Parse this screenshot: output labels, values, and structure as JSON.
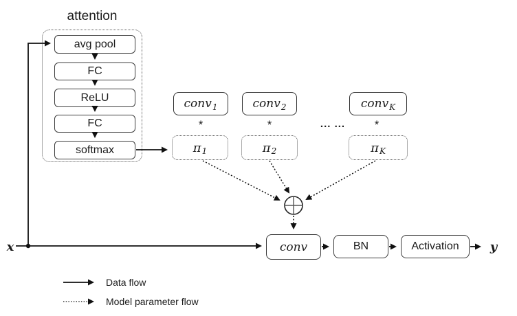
{
  "colors": {
    "ink": "#1a1a1a",
    "background": "#ffffff"
  },
  "attention": {
    "title": "attention",
    "layers": [
      "avg pool",
      "FC",
      "ReLU",
      "FC",
      "softmax"
    ]
  },
  "experts": {
    "multiply_symbol": "*",
    "ellipsis": "... ...",
    "sum_symbol": "⊕",
    "kernels": [
      {
        "base": "conv",
        "sub": "1"
      },
      {
        "base": "conv",
        "sub": "2"
      },
      {
        "base": "conv",
        "sub": "K"
      }
    ],
    "weights": [
      {
        "base": "π",
        "sub": "1"
      },
      {
        "base": "π",
        "sub": "2"
      },
      {
        "base": "π",
        "sub": "K"
      }
    ]
  },
  "pipeline": {
    "input_label": "x",
    "conv_label": "conv",
    "bn_label": "BN",
    "activation_label": "Activation",
    "output_label": "y"
  },
  "legend": [
    {
      "style": "solid",
      "label": "Data flow"
    },
    {
      "style": "dotted",
      "label": "Model parameter flow"
    }
  ]
}
